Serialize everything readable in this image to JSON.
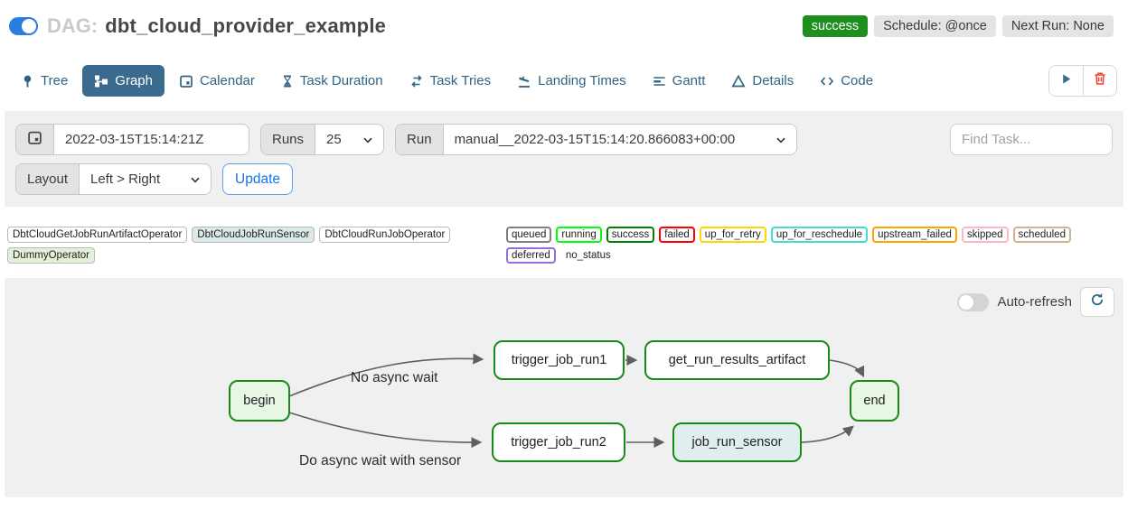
{
  "header": {
    "dag_prefix": "DAG:",
    "dag_title": "dbt_cloud_provider_example",
    "dag_enabled": true,
    "status_badge": "success",
    "schedule_badge": "Schedule: @once",
    "next_run_badge": "Next Run: None"
  },
  "tabs": [
    {
      "label": "Tree"
    },
    {
      "label": "Graph",
      "active": true
    },
    {
      "label": "Calendar"
    },
    {
      "label": "Task Duration"
    },
    {
      "label": "Task Tries"
    },
    {
      "label": "Landing Times"
    },
    {
      "label": "Gantt"
    },
    {
      "label": "Details"
    },
    {
      "label": "Code"
    }
  ],
  "filters": {
    "date_value": "2022-03-15T15:14:21Z",
    "runs_label": "Runs",
    "runs_value": "25",
    "run_label": "Run",
    "run_value": "manual__2022-03-15T15:14:20.866083+00:00",
    "find_task_placeholder": "Find Task...",
    "layout_label": "Layout",
    "layout_value": "Left > Right",
    "update_label": "Update"
  },
  "legend": {
    "operators": [
      {
        "label": "DbtCloudGetJobRunArtifactOperator",
        "bg": "#ffffff"
      },
      {
        "label": "DbtCloudJobRunSensor",
        "bg": "#dce9e9"
      },
      {
        "label": "DbtCloudRunJobOperator",
        "bg": "#ffffff"
      },
      {
        "label": "DummyOperator",
        "bg": "#e3f0d8"
      }
    ],
    "statuses": [
      {
        "label": "queued",
        "color": "#808080"
      },
      {
        "label": "running",
        "color": "#00ff00"
      },
      {
        "label": "success",
        "color": "#008000"
      },
      {
        "label": "failed",
        "color": "#ff0000"
      },
      {
        "label": "up_for_retry",
        "color": "#ffd700"
      },
      {
        "label": "up_for_reschedule",
        "color": "#40e0d0"
      },
      {
        "label": "upstream_failed",
        "color": "#ffa500"
      },
      {
        "label": "skipped",
        "color": "#ffb6c1"
      },
      {
        "label": "scheduled",
        "color": "#d2b48c"
      },
      {
        "label": "deferred",
        "color": "#9370db"
      },
      {
        "label": "no_status",
        "color": "transparent"
      }
    ]
  },
  "graph": {
    "auto_refresh_label": "Auto-refresh",
    "auto_refresh_enabled": false,
    "edge_labels": [
      {
        "text": "No async wait"
      },
      {
        "text": "Do async wait with sensor"
      }
    ],
    "nodes": [
      {
        "label": "begin",
        "fill": "#e8f7e4",
        "border": "#188a18"
      },
      {
        "label": "trigger_job_run1",
        "fill": "#ffffff",
        "border": "#188a18"
      },
      {
        "label": "get_run_results_artifact",
        "fill": "#ffffff",
        "border": "#188a18"
      },
      {
        "label": "trigger_job_run2",
        "fill": "#ffffff",
        "border": "#188a18"
      },
      {
        "label": "job_run_sensor",
        "fill": "#e0eef0",
        "border": "#188a18"
      },
      {
        "label": "end",
        "fill": "#e8f7e4",
        "border": "#188a18"
      }
    ]
  }
}
